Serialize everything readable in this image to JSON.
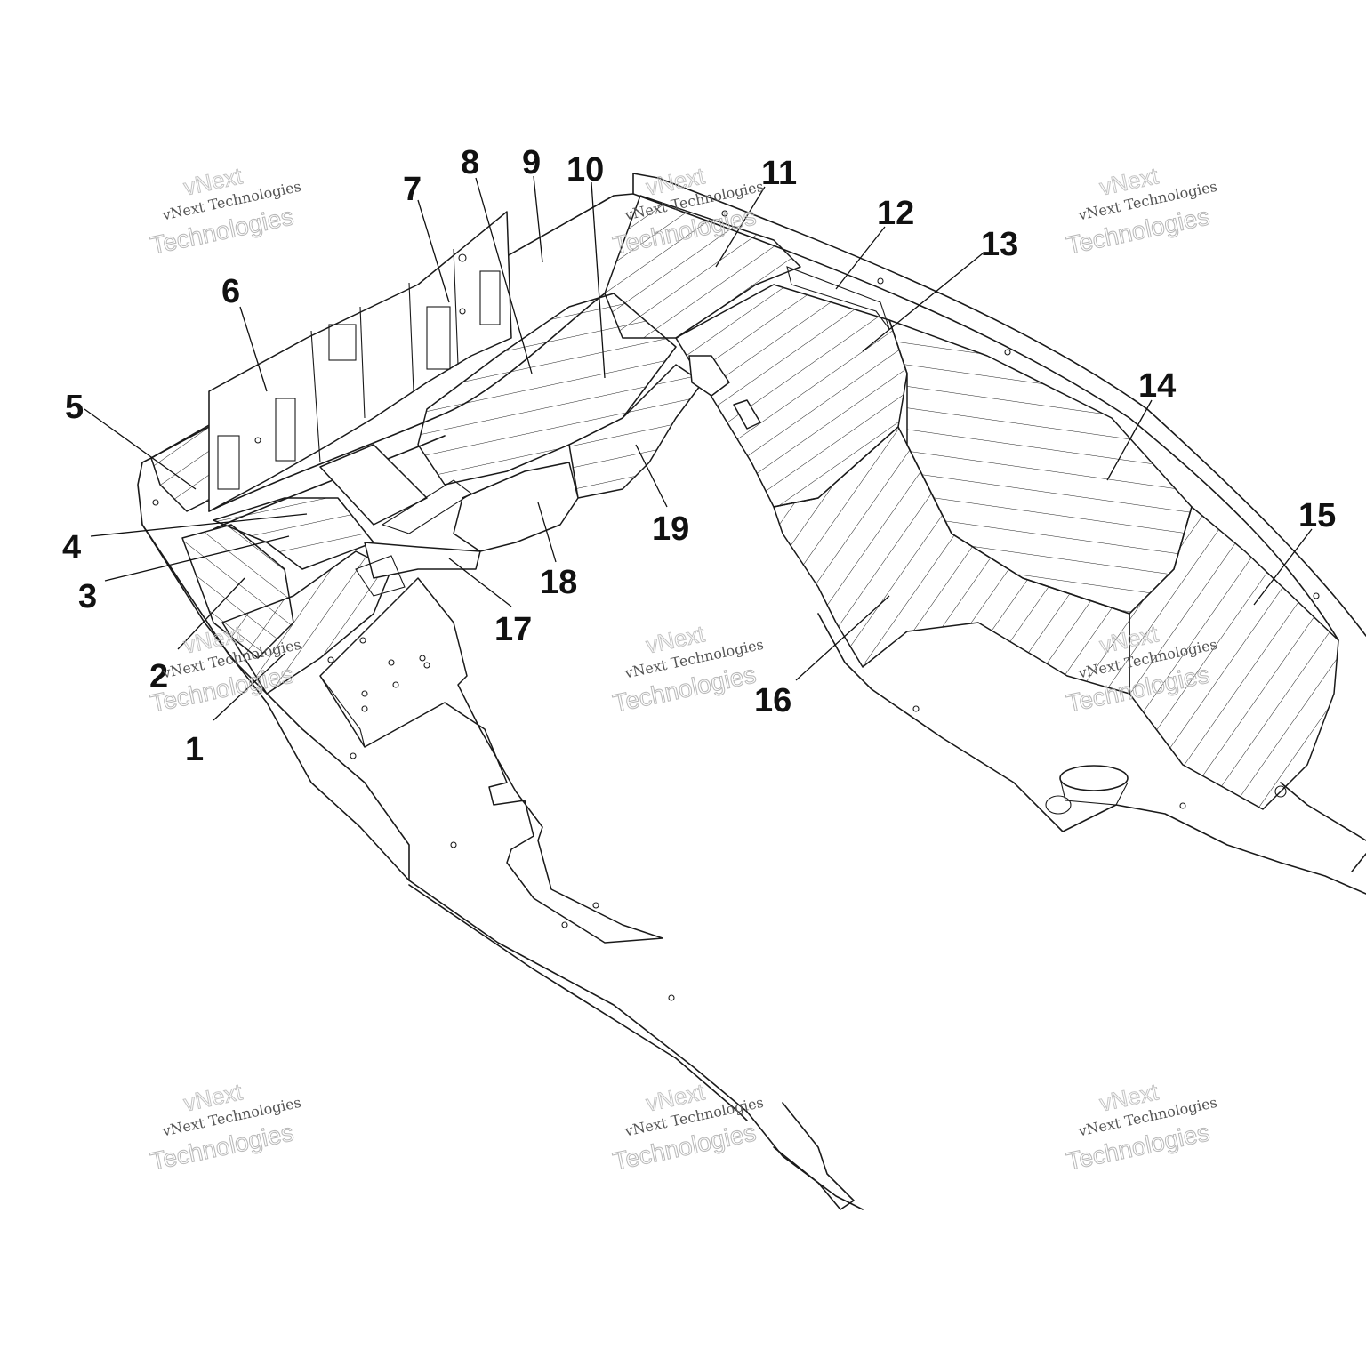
{
  "callouts": [
    {
      "id": "1",
      "label": "1"
    },
    {
      "id": "2",
      "label": "2"
    },
    {
      "id": "3",
      "label": "3"
    },
    {
      "id": "4",
      "label": "4"
    },
    {
      "id": "5",
      "label": "5"
    },
    {
      "id": "6",
      "label": "6"
    },
    {
      "id": "7",
      "label": "7"
    },
    {
      "id": "8",
      "label": "8"
    },
    {
      "id": "9",
      "label": "9"
    },
    {
      "id": "10",
      "label": "10"
    },
    {
      "id": "11",
      "label": "11"
    },
    {
      "id": "12",
      "label": "12"
    },
    {
      "id": "13",
      "label": "13"
    },
    {
      "id": "14",
      "label": "14"
    },
    {
      "id": "15",
      "label": "15"
    },
    {
      "id": "16",
      "label": "16"
    },
    {
      "id": "17",
      "label": "17"
    },
    {
      "id": "18",
      "label": "18"
    },
    {
      "id": "19",
      "label": "19"
    }
  ],
  "watermark": {
    "company": "vNext Technologies",
    "top": "vNext",
    "bottom": "Technologies"
  }
}
